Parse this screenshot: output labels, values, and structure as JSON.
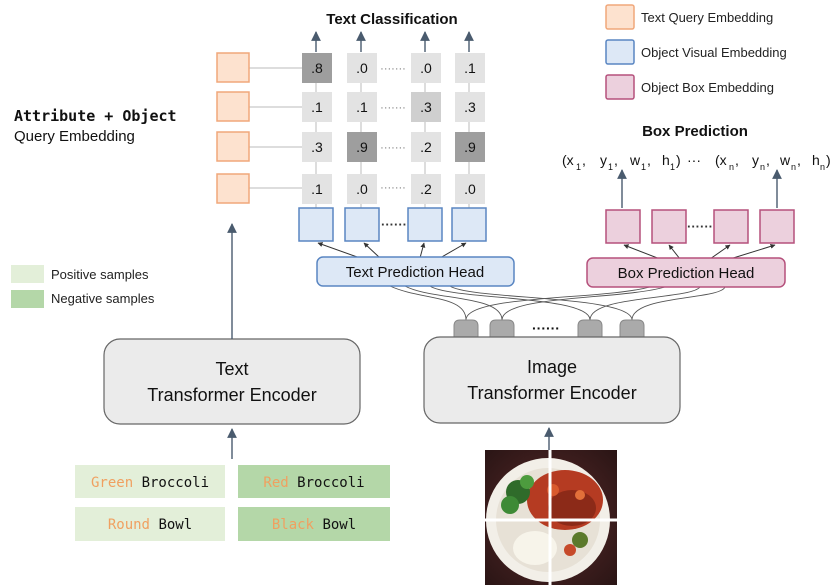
{
  "title": "Text Classification",
  "legend": {
    "items": [
      {
        "label": "Text Query Embedding",
        "fill": "#fde2cf",
        "stroke": "#f0a77a"
      },
      {
        "label": "Object Visual Embedding",
        "fill": "#dde8f6",
        "stroke": "#5a86c2"
      },
      {
        "label": "Object Box Embedding",
        "fill": "#ecd0dd",
        "stroke": "#b5517c"
      }
    ]
  },
  "query_label": {
    "line1": "Attribute + Object",
    "line2": "Query Embedding"
  },
  "matrix": {
    "rows": [
      [
        ".8",
        ".0",
        ".0",
        ".1"
      ],
      [
        ".1",
        ".1",
        ".3",
        ".3"
      ],
      [
        ".3",
        ".9",
        ".2",
        ".9"
      ],
      [
        ".1",
        ".0",
        ".2",
        ".0"
      ]
    ],
    "dots": "·······",
    "cell_colors": [
      [
        "#9e9e9e",
        "#e3e3e3",
        "#e3e3e3",
        "#e3e3e3"
      ],
      [
        "#e3e3e3",
        "#e3e3e3",
        "#cfcfcf",
        "#e3e3e3"
      ],
      [
        "#e3e3e3",
        "#9e9e9e",
        "#e3e3e3",
        "#9e9e9e"
      ],
      [
        "#e3e3e3",
        "#e3e3e3",
        "#e3e3e3",
        "#e3e3e3"
      ]
    ]
  },
  "box_prediction": {
    "title": "Box Prediction",
    "formula_parts": [
      "(x",
      "1",
      ",",
      "y",
      "1",
      ",",
      "w",
      "1",
      ",",
      "h",
      "1",
      ")",
      "···",
      "(x",
      "n",
      ",",
      "y",
      "n",
      ",",
      "w",
      "n",
      ",",
      "h",
      "n",
      ")"
    ]
  },
  "heads": {
    "text": "Text Prediction Head",
    "box": "Box Prediction Head"
  },
  "encoders": {
    "text_line1": "Text",
    "text_line2": "Transformer Encoder",
    "image_line1": "Image",
    "image_line2": "Transformer Encoder"
  },
  "token_dots": "······",
  "sample_legend": {
    "positive": {
      "label": "Positive samples",
      "color": "#e3efd9"
    },
    "negative": {
      "label": "Negative samples",
      "color": "#b4d7a8"
    }
  },
  "queries": [
    {
      "attr": "Green",
      "obj": "Broccoli",
      "kind": "positive"
    },
    {
      "attr": "Red",
      "obj": "Broccoli",
      "kind": "negative"
    },
    {
      "attr": "Round",
      "obj": "Bowl",
      "kind": "positive"
    },
    {
      "attr": "Black",
      "obj": "Bowl",
      "kind": "negative"
    }
  ],
  "colors": {
    "attr_text": "#f0a060",
    "arrow": "#4a5b6e",
    "encoder_fill": "#ebebeb",
    "encoder_stroke": "#666666"
  },
  "icons": {
    "food_image": "bowl-of-food-image"
  }
}
